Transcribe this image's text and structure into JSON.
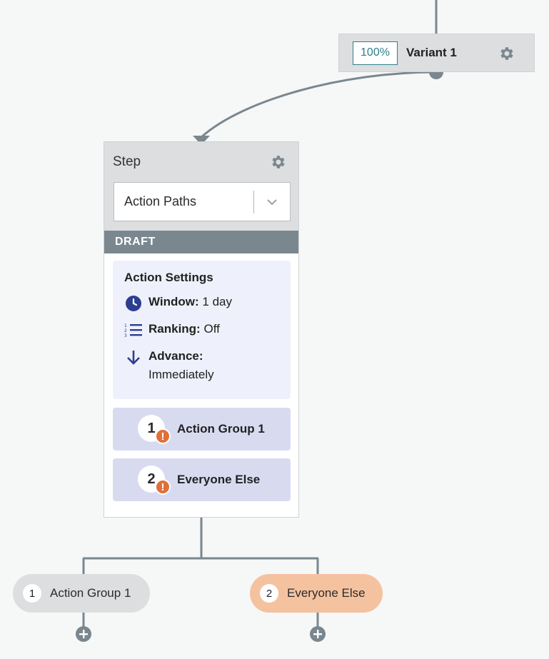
{
  "variant": {
    "percent": "100%",
    "name": "Variant 1",
    "gear_icon": "gear-icon"
  },
  "step": {
    "title": "Step",
    "gear_icon": "gear-icon",
    "select_value": "Action Paths",
    "status": "DRAFT",
    "settings": {
      "title": "Action Settings",
      "window_label": "Window:",
      "window_value": "1 day",
      "ranking_label": "Ranking:",
      "ranking_value": "Off",
      "advance_label": "Advance:",
      "advance_value": "Immediately"
    },
    "groups": [
      {
        "number": "1",
        "label": "Action Group 1",
        "warning": "!"
      },
      {
        "number": "2",
        "label": "Everyone Else",
        "warning": "!"
      }
    ]
  },
  "branches": [
    {
      "number": "1",
      "label": "Action Group 1"
    },
    {
      "number": "2",
      "label": "Everyone Else"
    }
  ],
  "colors": {
    "accent_teal": "#2f7f88",
    "draft_bar": "#7b878e",
    "settings_bg": "#eef1fb",
    "group_bg": "#d8dbf0",
    "warning": "#e0703a",
    "icon_blue": "#2c3e8f",
    "everyone_else_pill": "#f5c2a0"
  }
}
